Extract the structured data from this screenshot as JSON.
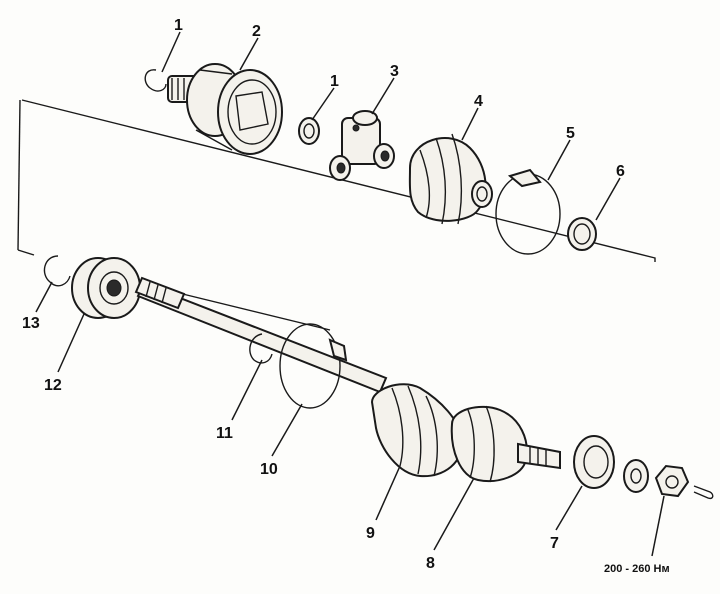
{
  "callouts": {
    "c1a": "1",
    "c2": "2",
    "c1b": "1",
    "c3": "3",
    "c4": "4",
    "c5": "5",
    "c6": "6",
    "c13": "13",
    "c12": "12",
    "c11": "11",
    "c10": "10",
    "c9": "9",
    "c8": "8",
    "c7": "7"
  },
  "torque_spec": "200 - 260 Нм",
  "colors": {
    "line": "#1a1a1a",
    "paper": "#fdfdfb"
  }
}
